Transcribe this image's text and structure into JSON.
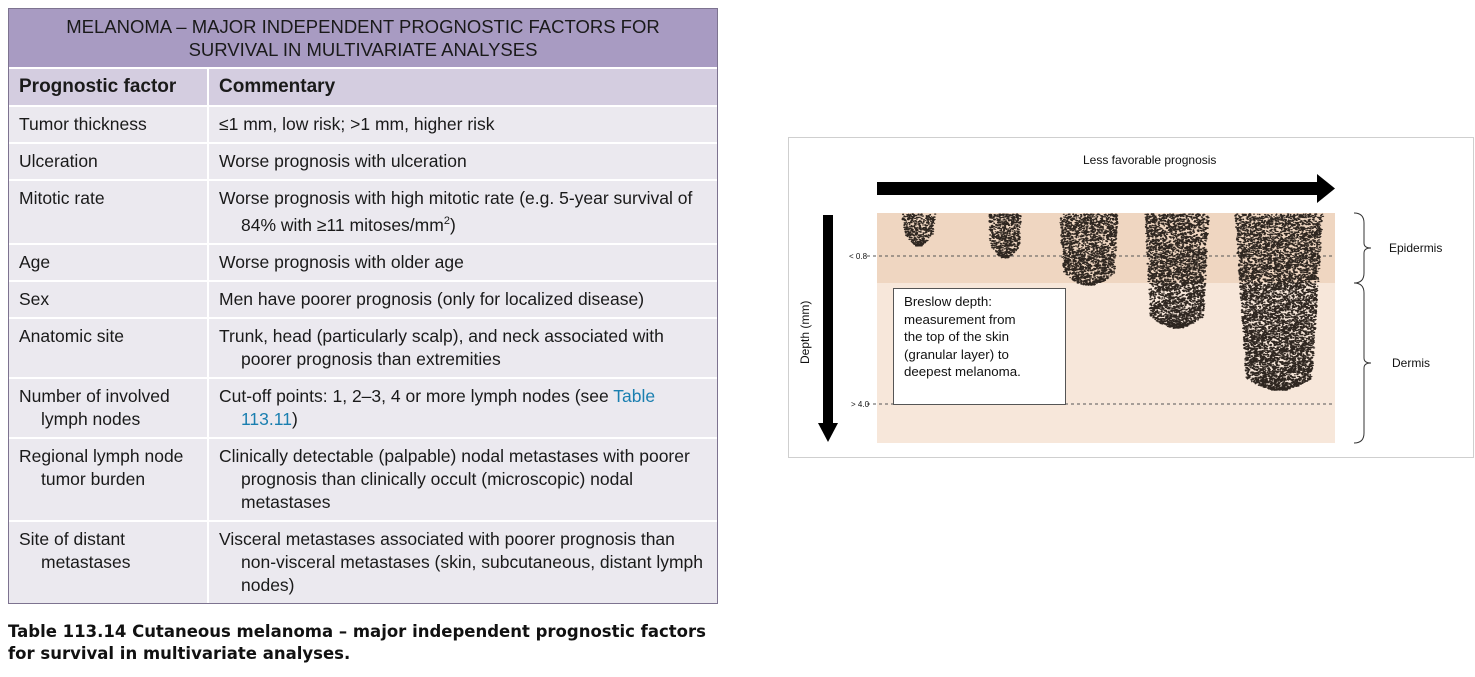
{
  "table": {
    "title_line1": "MELANOMA – MAJOR INDEPENDENT PROGNOSTIC FACTORS FOR",
    "title_line2": "SURVIVAL IN MULTIVARIATE ANALYSES",
    "header": {
      "col1": "Prognostic factor",
      "col2": "Commentary"
    },
    "rows": [
      {
        "factor": "Tumor thickness",
        "comment": "≤1 mm, low risk; >1 mm, higher risk"
      },
      {
        "factor": "Ulceration",
        "comment": "Worse prognosis with ulceration"
      },
      {
        "factor": "Mitotic rate",
        "comment_a": "Worse prognosis with high mitotic rate (e.g. 5-year survival of 84% with ≥11 mitoses/mm",
        "comment_sup": "2",
        "comment_b": ")"
      },
      {
        "factor": "Age",
        "comment": "Worse prognosis with older age"
      },
      {
        "factor": "Sex",
        "comment": "Men have poorer prognosis (only for localized disease)"
      },
      {
        "factor": "Anatomic site",
        "comment": "Trunk, head (particularly scalp), and neck associated with poorer prognosis than extremities"
      },
      {
        "factor": "Number of involved lymph nodes",
        "comment_a": "Cut-off points: 1, 2–3, 4 or more lymph nodes (see ",
        "comment_link": "Table 113.11",
        "comment_b": ")"
      },
      {
        "factor": "Regional lymph node tumor burden",
        "comment": "Clinically detectable (palpable) nodal metastases with poorer prognosis than clinically occult (microscopic) nodal metastases"
      },
      {
        "factor": "Site of distant metastases",
        "comment": "Visceral metastases associated with poorer prognosis than non-visceral metastases (skin, subcutaneous, distant lymph nodes)"
      }
    ]
  },
  "caption": {
    "line1": "Table 113.14 Cutaneous melanoma – major independent prognostic factors",
    "line2": "for survival in multivariate analyses."
  },
  "figure": {
    "top_label": "Less favorable prognosis",
    "y_label": "Depth (mm)",
    "tick_top": "< 0.8",
    "tick_bottom": "> 4.0",
    "layer_top": "Epidermis",
    "layer_bottom": "Dermis",
    "box_line1": "Breslow depth:",
    "box_line2": "measurement from",
    "box_line3": "the top of the skin",
    "box_line4": "(granular layer) to",
    "box_line5": "deepest melanoma.",
    "colors": {
      "epidermis": "#efd6c1",
      "dermis": "#f7e7da",
      "dots": "#2e2620"
    }
  }
}
